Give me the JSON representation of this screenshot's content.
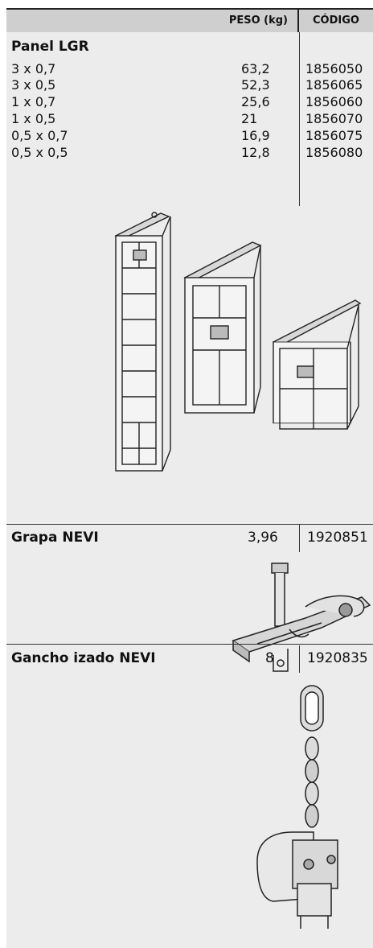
{
  "table": {
    "header_weight": "PESO (kg)",
    "header_code": "CÓDIGO"
  },
  "panel": {
    "title": "Panel LGR",
    "rows": [
      {
        "dim": "3 x 0,7",
        "weight": "63,2",
        "code": "1856050"
      },
      {
        "dim": "3 x 0,5",
        "weight": "52,3",
        "code": "1856065"
      },
      {
        "dim": "1 x 0,7",
        "weight": "25,6",
        "code": "1856060"
      },
      {
        "dim": "1 x 0,5",
        "weight": "21",
        "code": "1856070"
      },
      {
        "dim": "0,5 x 0,7",
        "weight": "16,9",
        "code": "1856075"
      },
      {
        "dim": "0,5 x 0,5",
        "weight": "12,8",
        "code": "1856080"
      }
    ]
  },
  "items": [
    {
      "title": "Grapa NEVI",
      "weight": "3,96",
      "code": "1920851"
    },
    {
      "title": "Gancho izado NEVI",
      "weight": "8",
      "code": "1920835"
    }
  ]
}
